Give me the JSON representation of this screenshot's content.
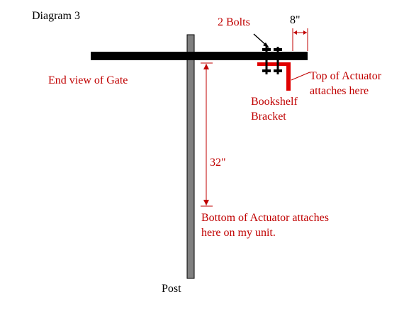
{
  "title": "Diagram 3",
  "labels": {
    "bolts": "2 Bolts",
    "offset": "8\"",
    "gate": "End view of Gate",
    "actuator_top_line1": "Top of Actuator",
    "actuator_top_line2": "attaches here",
    "bracket_line1": "Bookshelf",
    "bracket_line2": "Bracket",
    "height": "32\"",
    "actuator_bottom_line1": "Bottom of Actuator attaches",
    "actuator_bottom_line2": "here on my unit.",
    "post": "Post"
  },
  "colors": {
    "annotation": "#c00000",
    "gate_beam": "#000000",
    "post_fill": "#808080",
    "bracket": "#e00000"
  }
}
